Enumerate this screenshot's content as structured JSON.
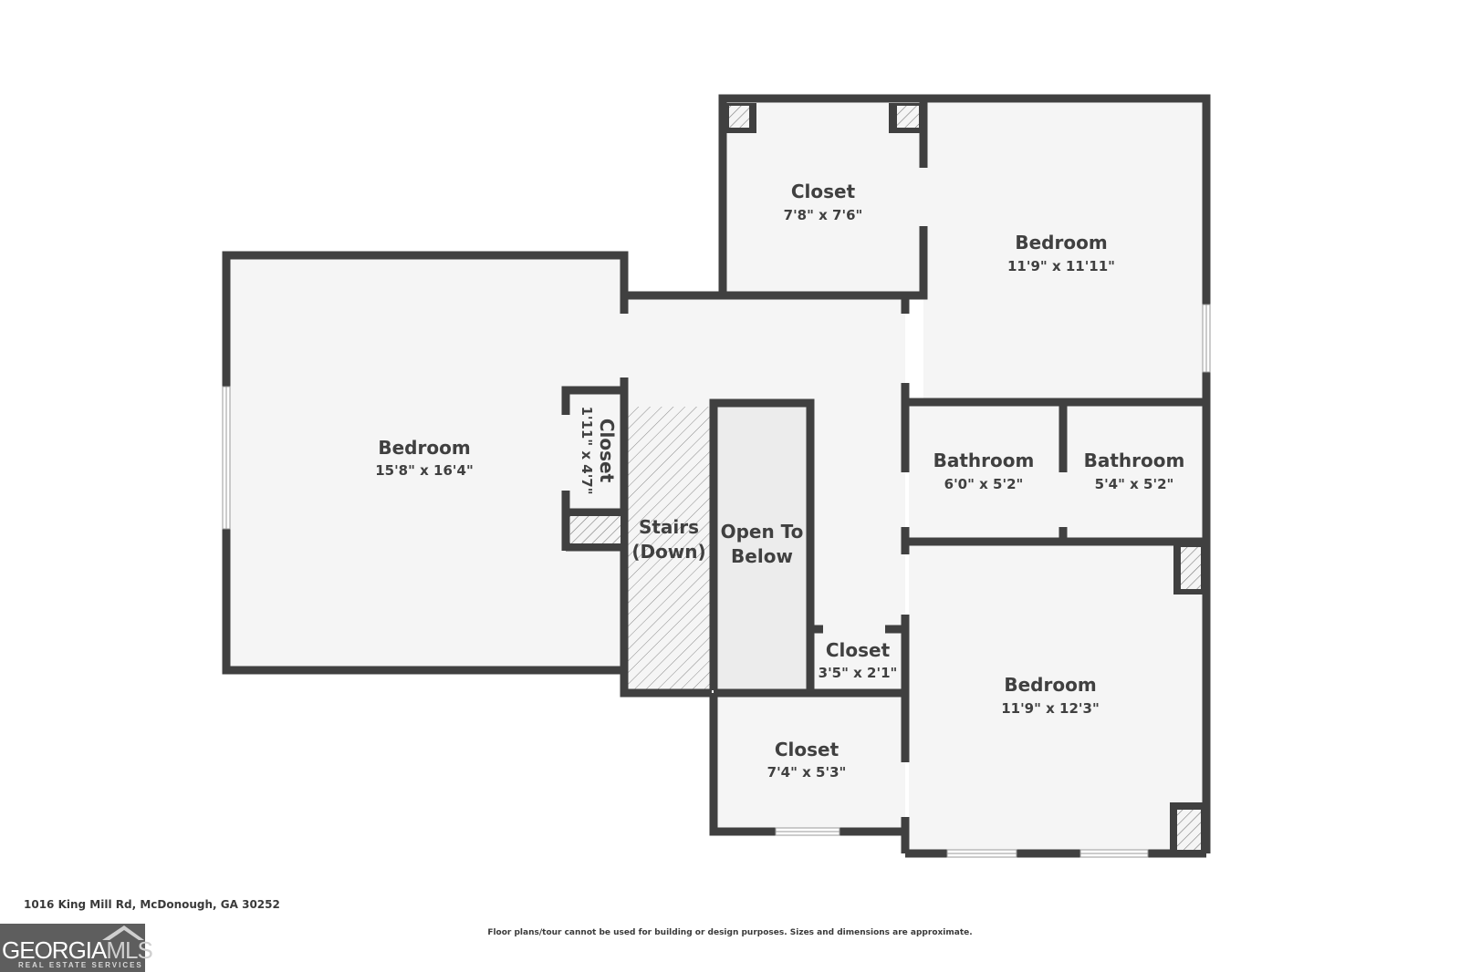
{
  "rooms": {
    "bedroom_left": {
      "name": "Bedroom",
      "dims": "15'8\" x 16'4\""
    },
    "closet_small_left": {
      "name": "Closet",
      "dims": "1'11\" x 4'7\""
    },
    "stairs": {
      "name": "Stairs",
      "sub": "(Down)"
    },
    "open_to_below": {
      "name": "Open To",
      "sub": "Below"
    },
    "closet_top": {
      "name": "Closet",
      "dims": "7'8\" x 7'6\""
    },
    "bedroom_top_right": {
      "name": "Bedroom",
      "dims": "11'9\" x 11'11\""
    },
    "bathroom_1": {
      "name": "Bathroom",
      "dims": "6'0\" x 5'2\""
    },
    "bathroom_2": {
      "name": "Bathroom",
      "dims": "5'4\" x 5'2\""
    },
    "closet_hall": {
      "name": "Closet",
      "dims": "3'5\" x 2'1\""
    },
    "bedroom_bottom_right": {
      "name": "Bedroom",
      "dims": "11'9\" x 12'3\""
    },
    "closet_bottom": {
      "name": "Closet",
      "dims": "7'4\" x 5'3\""
    }
  },
  "footer": {
    "address": "1016 King Mill Rd, McDonough, GA 30252",
    "disclaimer": "Floor plans/tour cannot be used for building or design purposes. Sizes and dimensions are approximate."
  },
  "logo": {
    "main": "GEORGIA",
    "accent": "MLS",
    "sub": "REAL ESTATE SERVICES"
  },
  "colors": {
    "wall": "#404040",
    "floor": "#f5f5f5",
    "open_below": "#ececec",
    "text": "#404040"
  }
}
